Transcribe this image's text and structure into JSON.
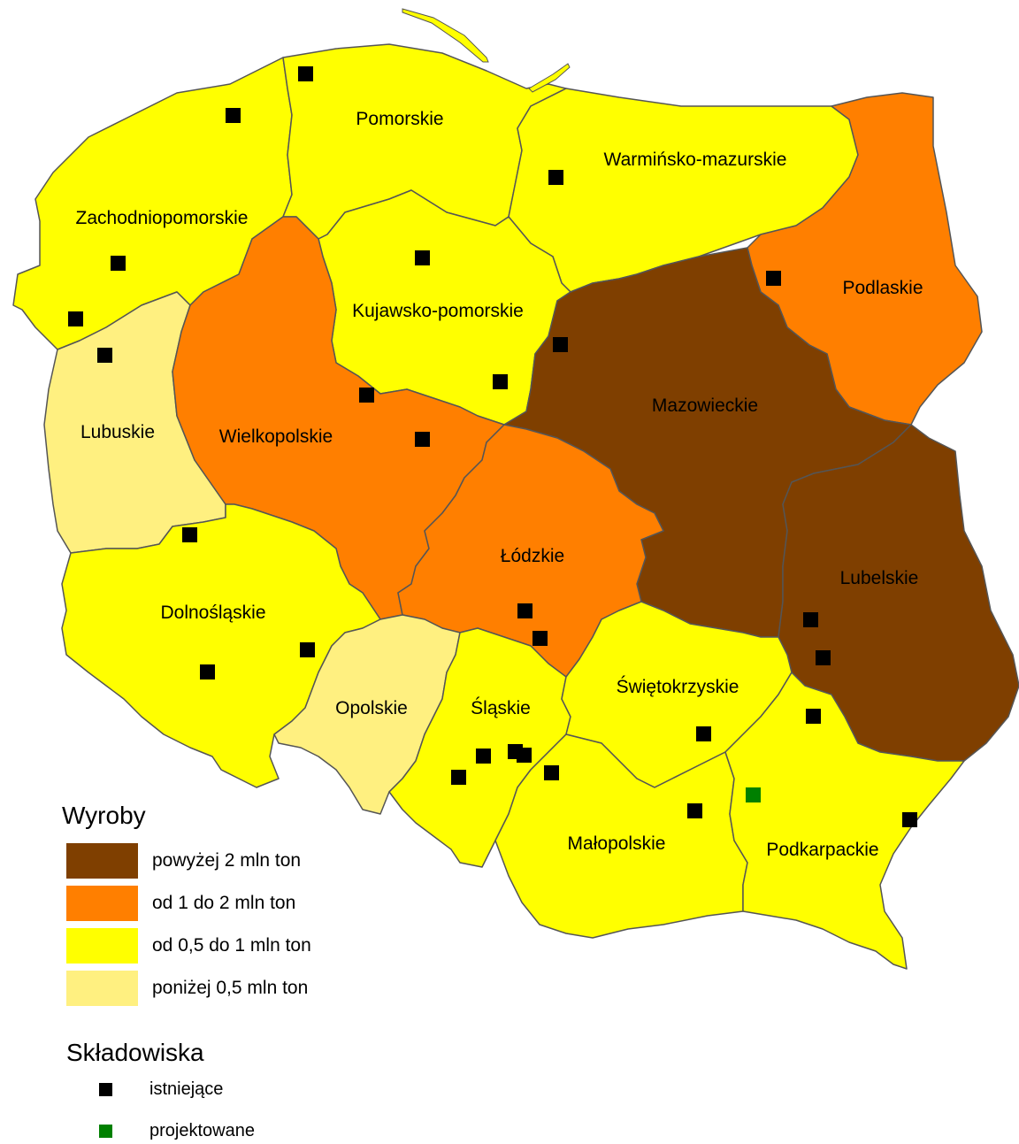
{
  "colors": {
    "over_2": "#7f3f00",
    "from_1_to_2": "#ff7f00",
    "from_05_to_1": "#ffff00",
    "below_05": "#fff080",
    "existing": "#000000",
    "planned": "#008000",
    "border": "#555555"
  },
  "regions": {
    "zachodniopomorskie": "Zachodniopomorskie",
    "pomorskie": "Pomorskie",
    "warminsko_mazurskie": "Warmińsko-mazurskie",
    "podlaskie": "Podlaskie",
    "kujawsko_pomorskie": "Kujawsko-pomorskie",
    "lubuskie": "Lubuskie",
    "wielkopolskie": "Wielkopolskie",
    "mazowieckie": "Mazowieckie",
    "lodzkie": "Łódzkie",
    "lubelskie": "Lubelskie",
    "dolnoslaskie": "Dolnośląskie",
    "opolskie": "Opolskie",
    "slaskie": "Śląskie",
    "swietokrzyskie": "Świętokrzyskie",
    "malopolskie": "Małopolskie",
    "podkarpackie": "Podkarpackie"
  },
  "legend": {
    "products_title": "Wyroby",
    "products": [
      "powyżej 2 mln ton",
      "od 1 do 2 mln ton",
      "od 0,5 do 1 mln ton",
      "poniżej 0,5 mln ton"
    ],
    "landfills_title": "Składowiska",
    "existing_label": "istniejące",
    "planned_label": "projektowane"
  }
}
